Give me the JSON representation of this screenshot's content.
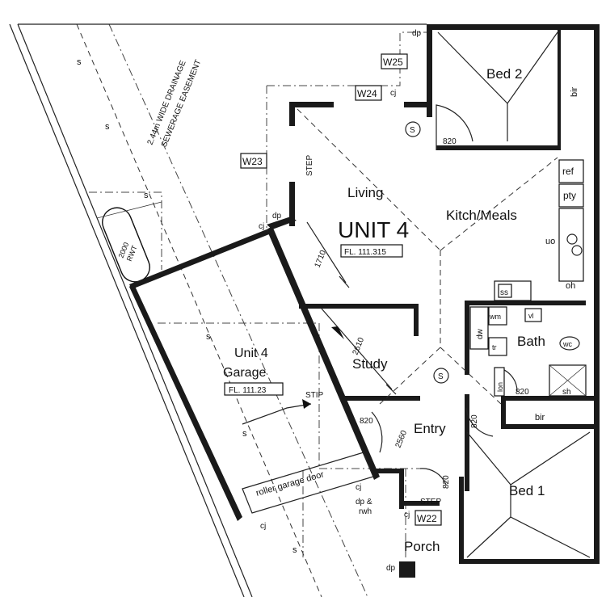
{
  "unit": {
    "title": "UNIT 4",
    "floor_level": "FL. 111.315"
  },
  "rooms": {
    "bed2": "Bed 2",
    "living": "Living",
    "kitchen": "Kitch/Meals",
    "study": "Study",
    "bath": "Bath",
    "entry": "Entry",
    "bed1": "Bed 1",
    "porch": "Porch",
    "garage_line1": "Unit 4",
    "garage_line2": "Garage",
    "garage_level": "FL. 111.23"
  },
  "windows": {
    "w25": "W25",
    "w24": "W24",
    "w23": "W23",
    "w22": "W22"
  },
  "fixtures": {
    "bir": "bir",
    "ref": "ref",
    "pty": "pty",
    "uo": "uo",
    "oh": "oh",
    "ss": "ss",
    "dw": "dw",
    "wm": "wm",
    "tr": "tr",
    "vl": "vl",
    "wc": "wc",
    "sh": "sh",
    "lon": "lon",
    "dp": "dp",
    "cj": "cj",
    "step": "STEP",
    "stip": "STIP",
    "smoke": "S",
    "dp_rwh_1": "dp &",
    "dp_rwh_2": "rwh",
    "roller_door": "roller garage door",
    "sewer": "s"
  },
  "dimensions": {
    "d1710": "1710",
    "d2610": "2610",
    "d2560": "2560",
    "d820": "820"
  },
  "easement": {
    "line1": "2.44m WIDE DRAINAGE",
    "line2": "SEWERAGE EASEMENT"
  },
  "tank": {
    "line1": "2000",
    "line2": "RWT"
  }
}
